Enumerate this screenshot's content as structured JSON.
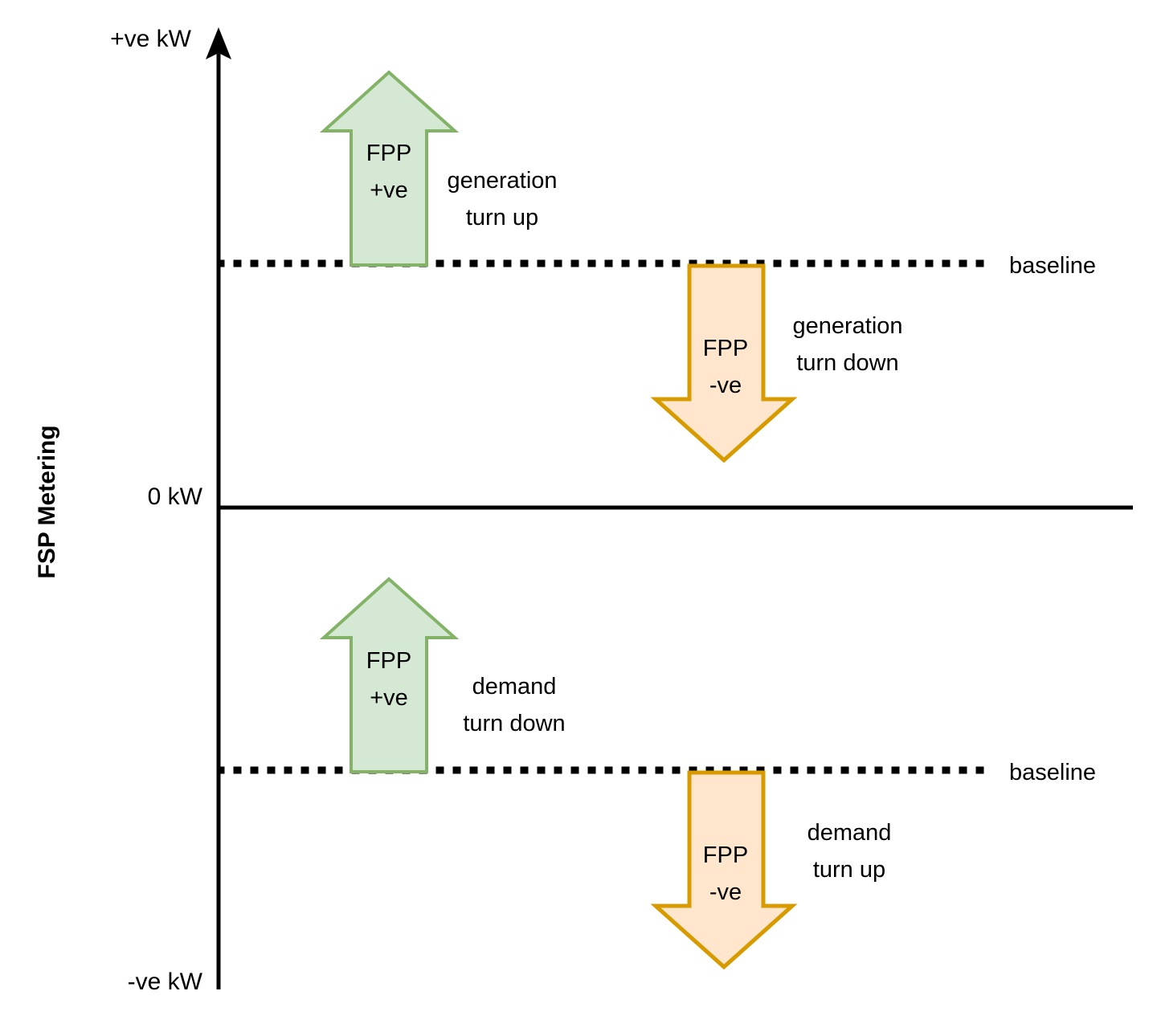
{
  "chart_data": {
    "type": "diagram",
    "title": "",
    "ylabel": "FSP Metering",
    "axis": {
      "top_label": "+ve kW",
      "zero_label": "0 kW",
      "bottom_label": "-ve kW",
      "zero_line_y_value": "0 kW"
    },
    "baselines": [
      {
        "id": "upper",
        "label": "baseline",
        "region": "generation"
      },
      {
        "id": "lower",
        "label": "baseline",
        "region": "demand"
      }
    ],
    "quadrants": [
      {
        "id": "generation-turn-up",
        "region": "above-zero",
        "direction": "up",
        "sign": "+ve",
        "fpp_line1": "FPP",
        "fpp_line2": "+ve",
        "annotation_line1": "generation",
        "annotation_line2": "turn up",
        "fill": "#d5e8d4",
        "stroke": "#82b366"
      },
      {
        "id": "generation-turn-down",
        "region": "above-zero",
        "direction": "down",
        "sign": "-ve",
        "fpp_line1": "FPP",
        "fpp_line2": "-ve",
        "annotation_line1": "generation",
        "annotation_line2": "turn down",
        "fill": "#ffe6cc",
        "stroke": "#d79b00"
      },
      {
        "id": "demand-turn-down",
        "region": "below-zero",
        "direction": "up",
        "sign": "+ve",
        "fpp_line1": "FPP",
        "fpp_line2": "+ve",
        "annotation_line1": "demand",
        "annotation_line2": "turn down",
        "fill": "#d5e8d4",
        "stroke": "#82b366"
      },
      {
        "id": "demand-turn-up",
        "region": "below-zero",
        "direction": "down",
        "sign": "-ve",
        "fpp_line1": "FPP",
        "fpp_line2": "-ve",
        "annotation_line1": "demand",
        "annotation_line2": "turn up",
        "fill": "#ffe6cc",
        "stroke": "#d79b00"
      }
    ],
    "colors": {
      "positive_fill": "#d5e8d4",
      "positive_stroke": "#82b366",
      "negative_fill": "#ffe6cc",
      "negative_stroke": "#d79b00",
      "axis": "#000000",
      "background": "#ffffff"
    }
  },
  "axis": {
    "top_label": "+ve kW",
    "zero_label": "0 kW",
    "bottom_label": "-ve kW",
    "vertical_title": "FSP Metering"
  },
  "baseline_upper": {
    "label": "baseline"
  },
  "baseline_lower": {
    "label": "baseline"
  },
  "gen_up": {
    "fpp_line1": "FPP",
    "fpp_line2": "+ve",
    "note_line1": "generation",
    "note_line2": "turn up"
  },
  "gen_down": {
    "fpp_line1": "FPP",
    "fpp_line2": "-ve",
    "note_line1": "generation",
    "note_line2": "turn down"
  },
  "dem_down": {
    "fpp_line1": "FPP",
    "fpp_line2": "+ve",
    "note_line1": "demand",
    "note_line2": "turn down"
  },
  "dem_up": {
    "fpp_line1": "FPP",
    "fpp_line2": "-ve",
    "note_line1": "demand",
    "note_line2": "turn up"
  }
}
